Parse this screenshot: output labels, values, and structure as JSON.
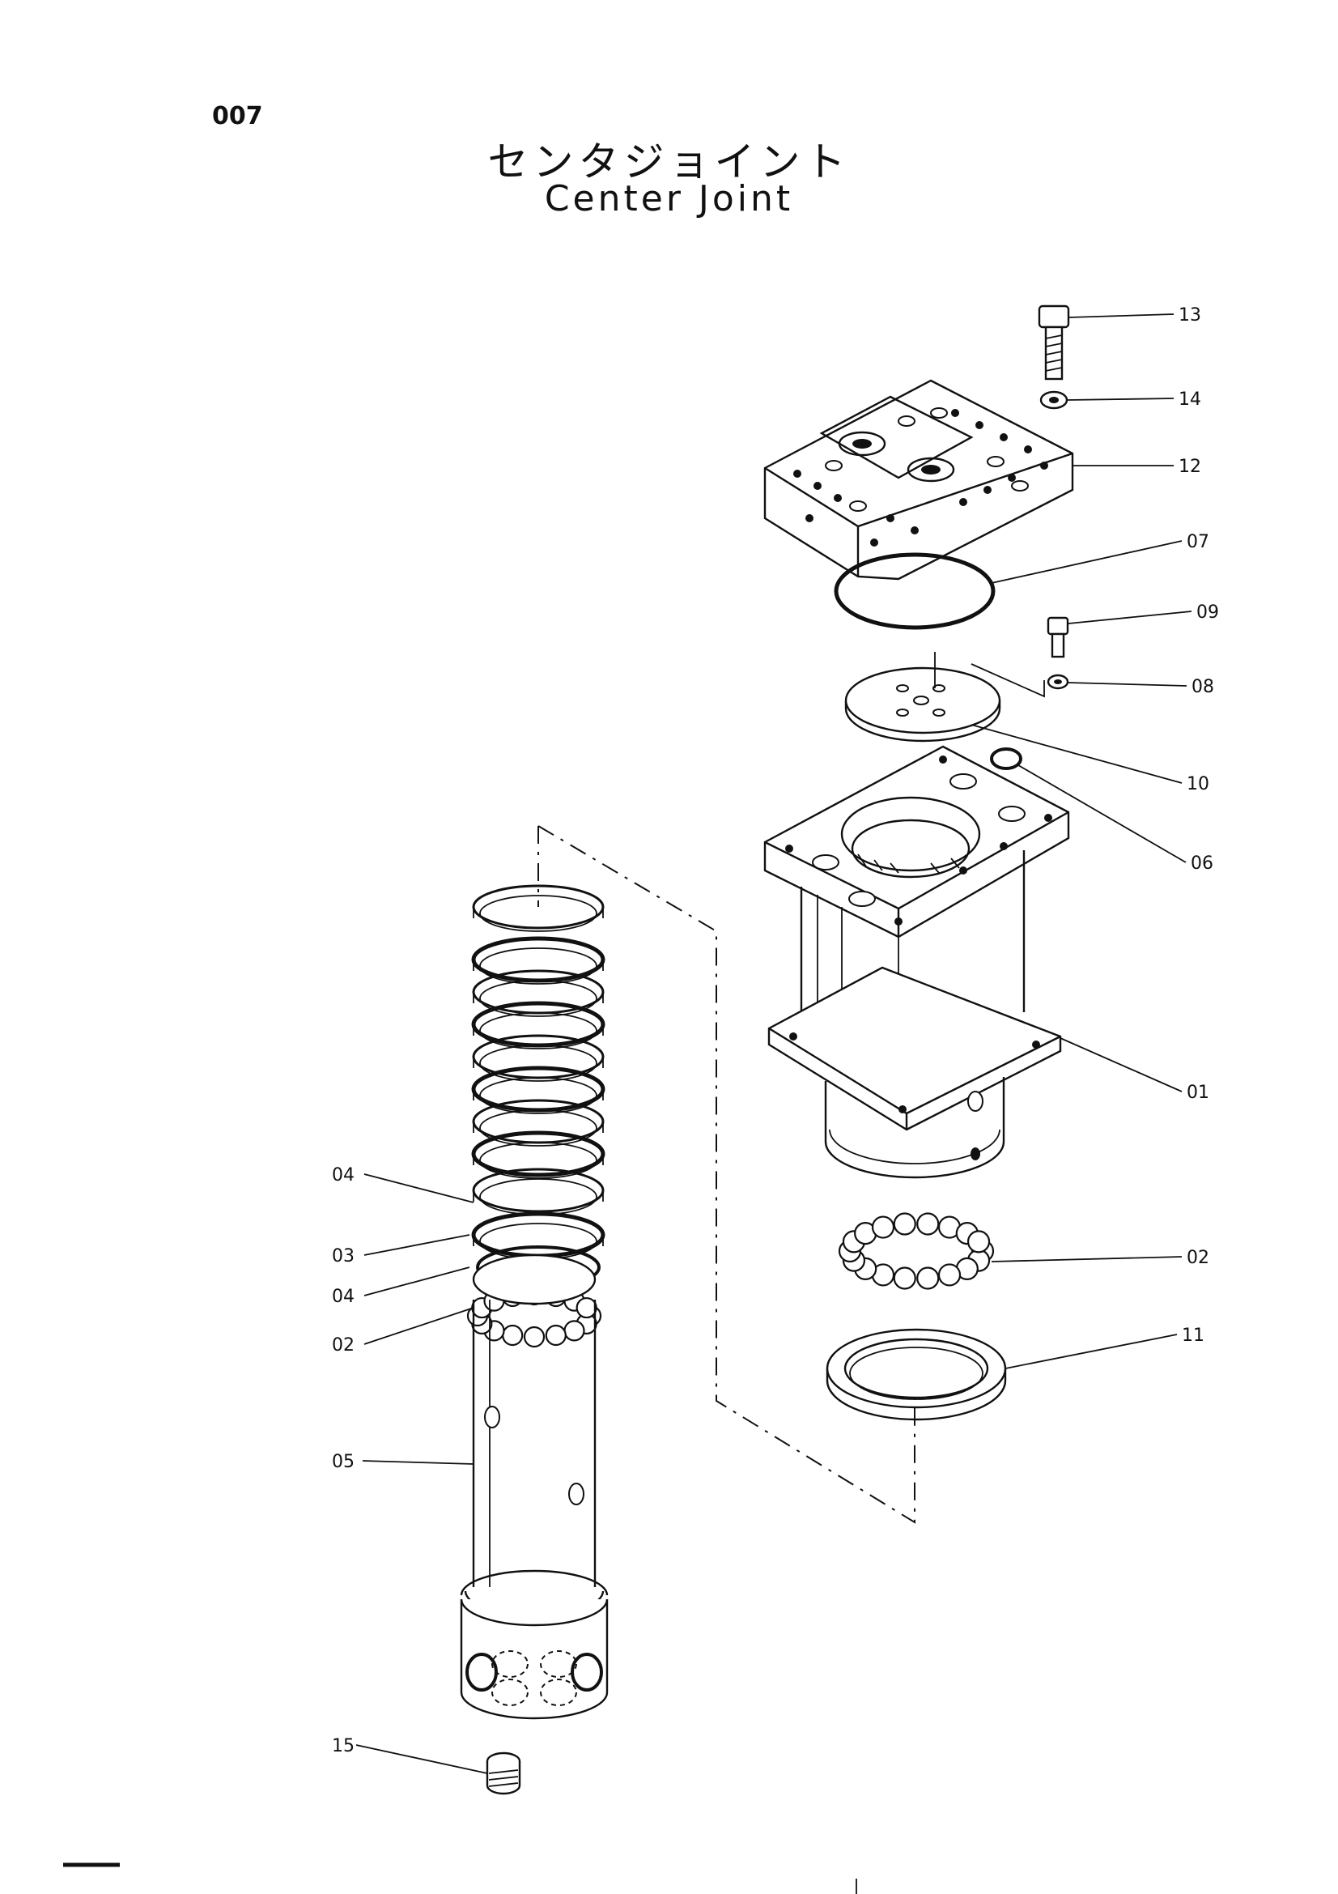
{
  "page_number": "007",
  "title_japanese": "センタジョイント",
  "title_english": "Center Joint",
  "callouts": [
    {
      "id": "c13",
      "label": "13"
    },
    {
      "id": "c14",
      "label": "14"
    },
    {
      "id": "c12",
      "label": "12"
    },
    {
      "id": "c07",
      "label": "07"
    },
    {
      "id": "c09",
      "label": "09"
    },
    {
      "id": "c08",
      "label": "08"
    },
    {
      "id": "c10",
      "label": "10"
    },
    {
      "id": "c06",
      "label": "06"
    },
    {
      "id": "c01",
      "label": "01"
    },
    {
      "id": "c02r",
      "label": "02"
    },
    {
      "id": "c11",
      "label": "11"
    },
    {
      "id": "c04a",
      "label": "04"
    },
    {
      "id": "c03",
      "label": "03"
    },
    {
      "id": "c04b",
      "label": "04"
    },
    {
      "id": "c02l",
      "label": "02"
    },
    {
      "id": "c05",
      "label": "05"
    },
    {
      "id": "c15",
      "label": "15"
    }
  ]
}
